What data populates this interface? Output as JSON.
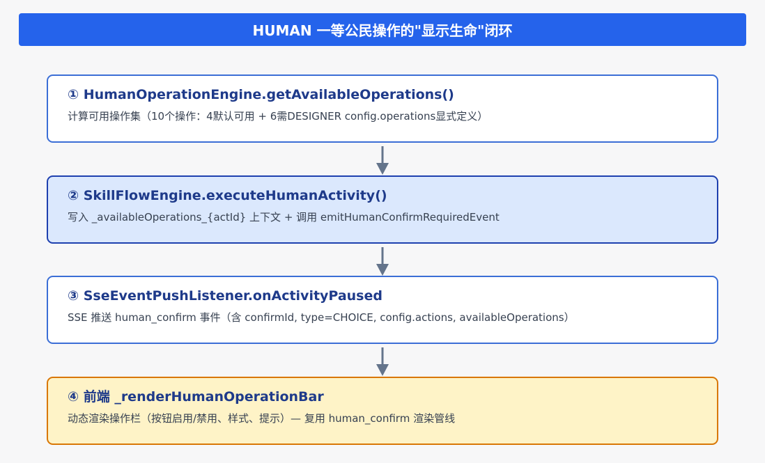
{
  "title": "HUMAN 一等公民操作的\"显示生命\"闭环",
  "steps": [
    {
      "title": "① HumanOperationEngine.getAvailableOperations()",
      "desc": "计算可用操作集（10个操作：4默认可用 + 6需DESIGNER config.operations显式定义）"
    },
    {
      "title": "② SkillFlowEngine.executeHumanActivity()",
      "desc": "写入 _availableOperations_{actId} 上下文 + 调用 emitHumanConfirmRequiredEvent"
    },
    {
      "title": "③ SseEventPushListener.onActivityPaused",
      "desc": "SSE 推送 human_confirm 事件（含 confirmId, type=CHOICE, config.actions, availableOperations）"
    },
    {
      "title": "④ 前端 _renderHumanOperationBar",
      "desc": "动态渲染操作栏（按钮启用/禁用、样式、提示）— 复用 human_confirm 渲染管线"
    }
  ],
  "colors": {
    "title_bg": "#2563eb",
    "step_border": "#3b6ed6",
    "step_highlight_bg": "#dbe8fd",
    "step_highlight_border": "#1e40af",
    "step_final_bg": "#fef3c7",
    "step_final_border": "#d97706",
    "arrow": "#64748b"
  }
}
